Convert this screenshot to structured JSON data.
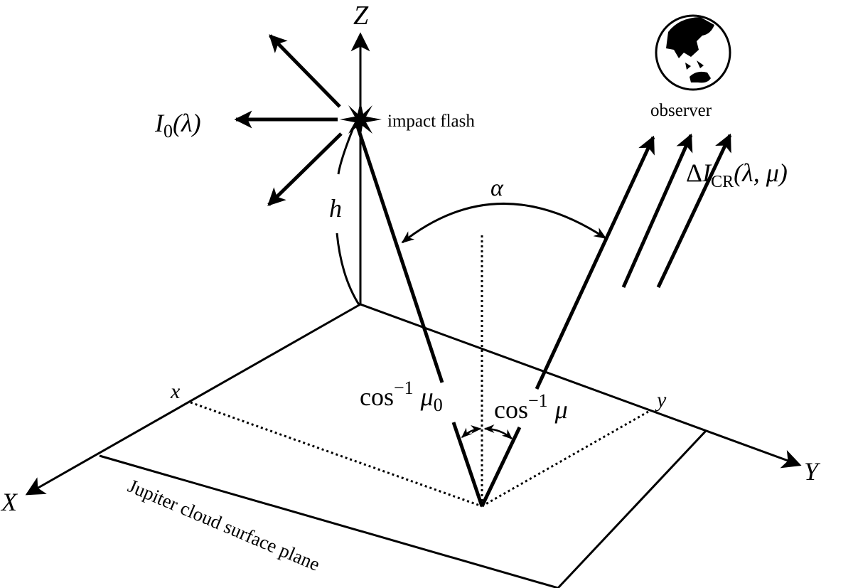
{
  "figure": {
    "description": "Geometry of impact flash light reflected from Jupiter cloud surface toward observer",
    "colors": {
      "ink": "#000000",
      "background": "#ffffff"
    }
  },
  "axes": {
    "z_label": "Z",
    "x_label": "X",
    "y_label": "Y",
    "x_mark": "x",
    "y_mark": "y"
  },
  "labels": {
    "impact_flash": "impact flash",
    "observer": "observer",
    "source_intensity": {
      "main": "I",
      "sub": "0",
      "args": "(λ)"
    },
    "height": "h",
    "phase_angle": "α",
    "incidence_angle": {
      "func": "cos",
      "sup": "−1",
      "var": "μ",
      "sub": "0"
    },
    "emission_angle": {
      "func": "cos",
      "sup": "−1",
      "var": "μ"
    },
    "reflected_intensity": {
      "delta": "Δ",
      "main": "I",
      "sub": "CR",
      "args": "(λ, μ)"
    },
    "surface_plane": "Jupiter cloud surface plane"
  },
  "icons": {
    "flash": "star-burst-icon",
    "observer": "earth-globe-icon"
  }
}
